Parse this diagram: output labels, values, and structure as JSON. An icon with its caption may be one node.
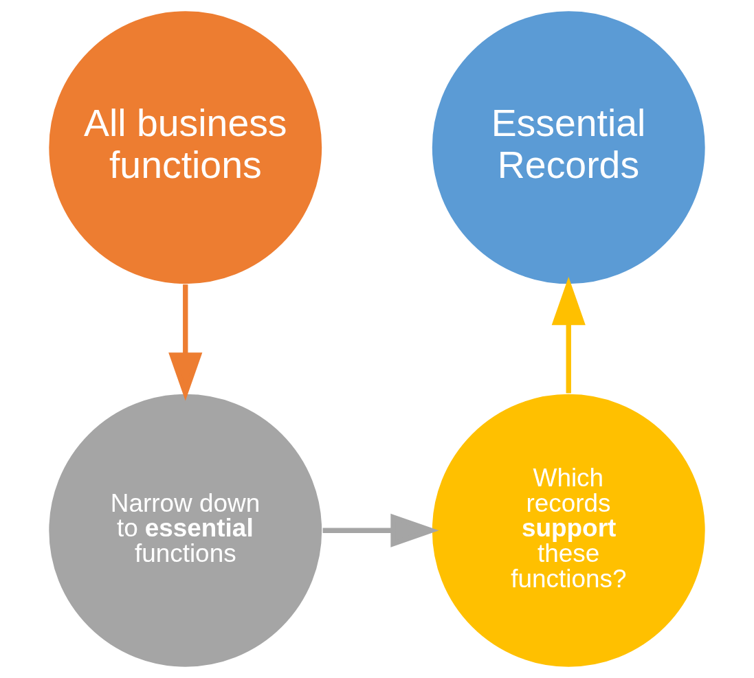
{
  "diagram": {
    "nodes": [
      {
        "text": [
          "All business functions"
        ]
      },
      {
        "text": [
          "Essential Records"
        ]
      },
      {
        "text": [
          "Narrow down to **essential** functions"
        ]
      },
      {
        "text": [
          "Which records **support** these functions?"
        ]
      }
    ],
    "edges": [
      {
        "from": 0,
        "to": 2,
        "arrow": "to",
        "color": "#ed7d31"
      },
      {
        "from": 2,
        "to": 3,
        "arrow": "to",
        "color": "#a5a5a5"
      },
      {
        "from": 3,
        "to": 1,
        "arrow": "to",
        "color": "#ffc000"
      }
    ]
  }
}
